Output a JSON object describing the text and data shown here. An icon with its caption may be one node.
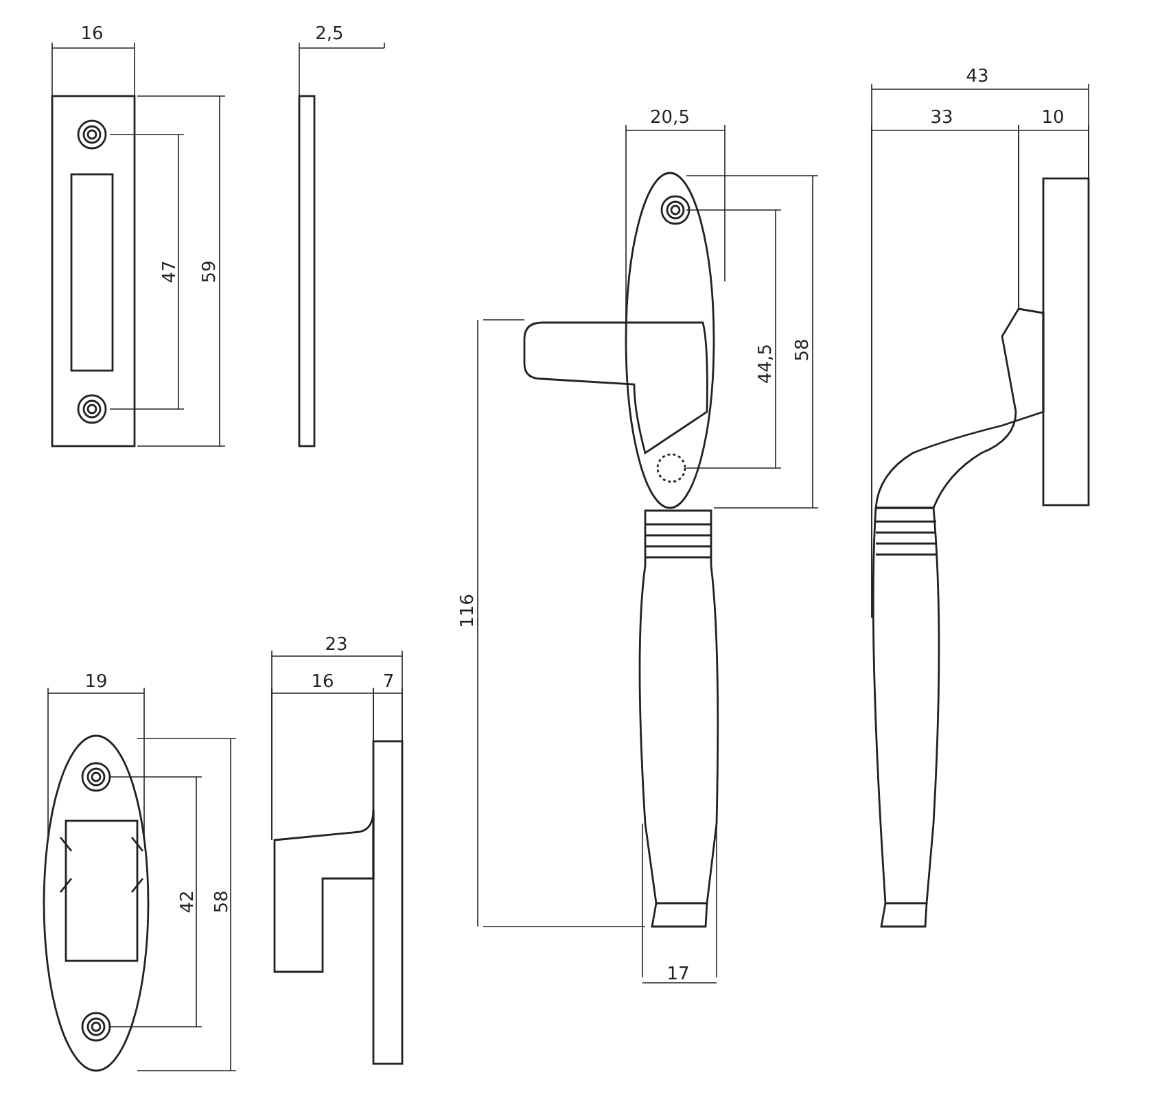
{
  "diagram": {
    "labels": [
      "16",
      "2,5",
      "43",
      "20,5",
      "33",
      "10",
      "47",
      "59",
      "44,5",
      "58",
      "116",
      "23",
      "19",
      "16",
      "7",
      "42",
      "58",
      "17"
    ]
  }
}
